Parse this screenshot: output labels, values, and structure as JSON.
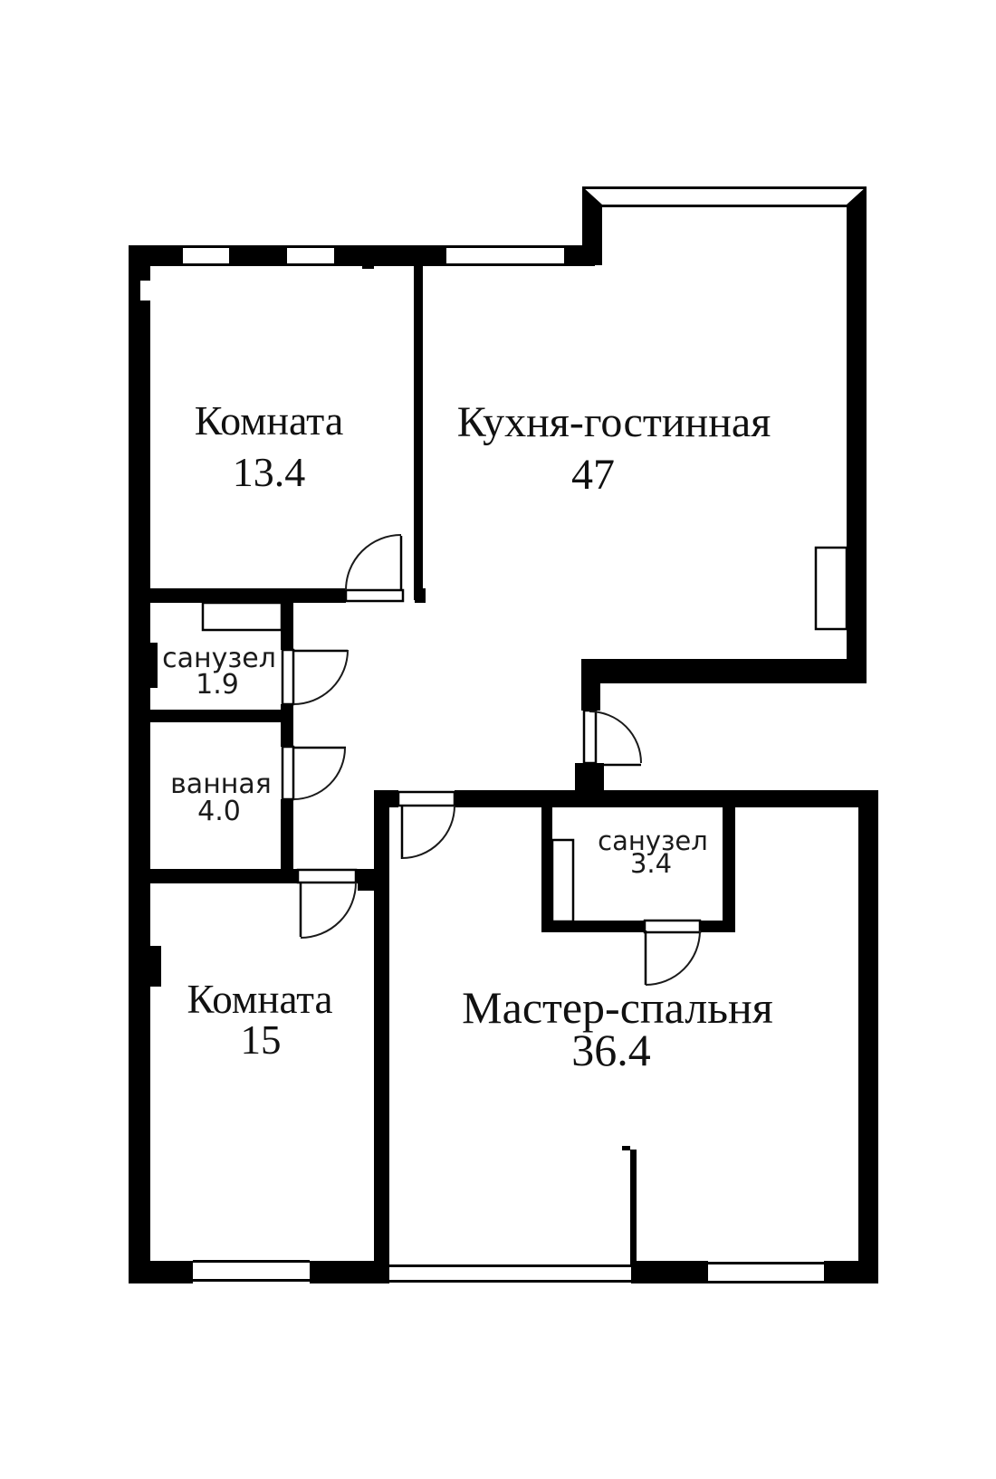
{
  "plan": {
    "background": "#ffffff",
    "wall_color": "#000000",
    "rooms": [
      {
        "id": "room-1",
        "name": "Комната",
        "area": "13.4"
      },
      {
        "id": "kitchen-living",
        "name": "Кухня-гостинная",
        "area": "47"
      },
      {
        "id": "wc-small",
        "name": "санузел",
        "area": "1.9"
      },
      {
        "id": "bathroom",
        "name": "ванная",
        "area": "4.0"
      },
      {
        "id": "room-2",
        "name": "Комната",
        "area": "15"
      },
      {
        "id": "wc-master",
        "name": "санузел",
        "area": "3.4"
      },
      {
        "id": "master-bedroom",
        "name": "Мастер-спальня",
        "area": "36.4"
      }
    ]
  }
}
